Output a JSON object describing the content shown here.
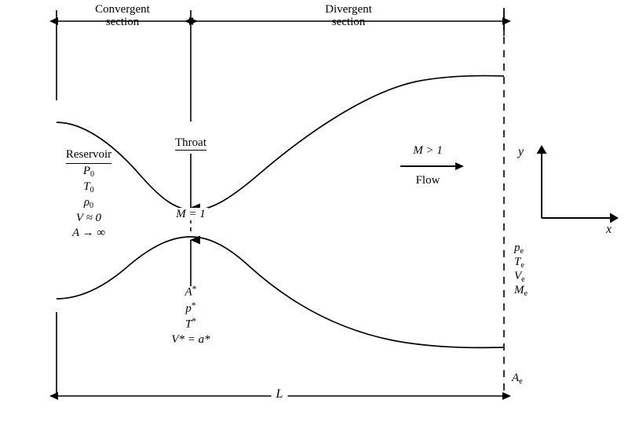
{
  "figure": {
    "type": "convergent-divergent-nozzle-schematic",
    "sections": {
      "convergent_line1": "Convergent",
      "convergent_line2": "section",
      "divergent_line1": "Divergent",
      "divergent_line2": "section"
    },
    "reservoir": {
      "title": "Reservoir",
      "properties": [
        {
          "symbol": "P",
          "subscript": "0"
        },
        {
          "symbol": "T",
          "subscript": "0"
        },
        {
          "symbol": "ρ",
          "subscript": "0"
        }
      ],
      "velocity": "V ≈ 0",
      "area": "A → ∞"
    },
    "throat": {
      "label": "Throat",
      "mach": "M = 1",
      "star_properties": [
        {
          "symbol": "A",
          "star": "*"
        },
        {
          "symbol": "p",
          "star": "*"
        },
        {
          "symbol": "T",
          "star": "*"
        }
      ],
      "velocity_star": "V* = a*"
    },
    "flow": {
      "mach_condition": "M > 1",
      "label": "Flow"
    },
    "exit": {
      "properties": [
        {
          "symbol": "p",
          "subscript": "e"
        },
        {
          "symbol": "T",
          "subscript": "e"
        },
        {
          "symbol": "V",
          "subscript": "e"
        },
        {
          "symbol": "M",
          "subscript": "e"
        }
      ],
      "area_symbol": "A",
      "area_subscript": "e"
    },
    "axes": {
      "y_label": "y",
      "x_label": "x"
    },
    "length_label": "L",
    "colors": {
      "stroke": "#000000",
      "background": "#ffffff"
    }
  }
}
